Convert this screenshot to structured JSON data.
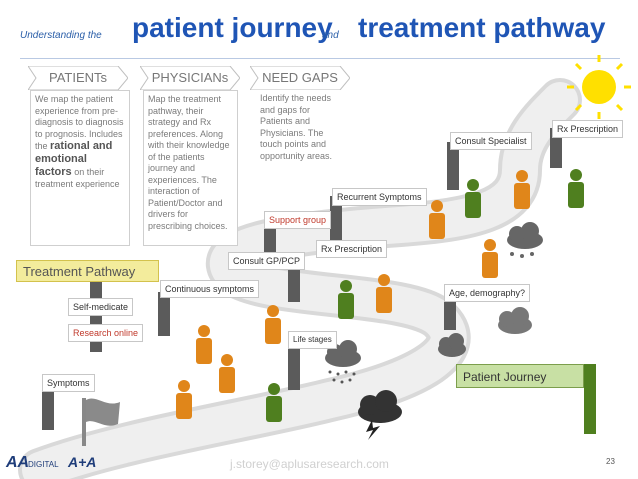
{
  "title": {
    "small_1": "Understanding the",
    "big_1": "patient journey",
    "small_2": "and",
    "big_2": "treatment pathway"
  },
  "columns": [
    {
      "header": "PATIENTs",
      "text_1": "We map the patient experience from pre-diagnosis to diagnosis to prognosis. Includes the",
      "bold": "rational and emotional factors",
      "text_2": "on their treatment experience"
    },
    {
      "header": "PHYSICIANs",
      "text": "Map the treatment pathway, their strategy and Rx preferences. Along with their knowledge of the patients journey and experiences. The interaction of Patient/Doctor and drivers for prescribing choices."
    },
    {
      "header": "NEED GAPS",
      "text": "Identify the needs and gaps for Patients and Physicians. The touch points and opportunity areas."
    }
  ],
  "signs": {
    "treatment_pathway": "Treatment Pathway",
    "patient_journey": "Patient Journey",
    "self_medicate": "Self-medicate",
    "research_online": "Research online",
    "symptoms": "Symptoms",
    "continuous_symptoms": "Continuous symptoms",
    "consult_gp": "Consult GP/PCP",
    "support_group": "Support group",
    "life_stages": "Life stages",
    "rx_prescription_mid": "Rx Prescription",
    "recurrent_symptoms": "Recurrent Symptoms",
    "consult_specialist": "Consult Specialist",
    "rx_prescription_top": "Rx Prescription",
    "age_demography": "Age, demography?"
  },
  "footer": {
    "email": "j.storey@aplusaresearch.com",
    "page_number": "23",
    "logo_text_1": "DIGITAL",
    "logo_text_2": "A+A"
  },
  "colors": {
    "title_blue": "#1f55b5",
    "orange_person": "#e0861a",
    "green_person": "#4f7f1f",
    "grey_person": "#555555",
    "sun": "#ffe000"
  }
}
